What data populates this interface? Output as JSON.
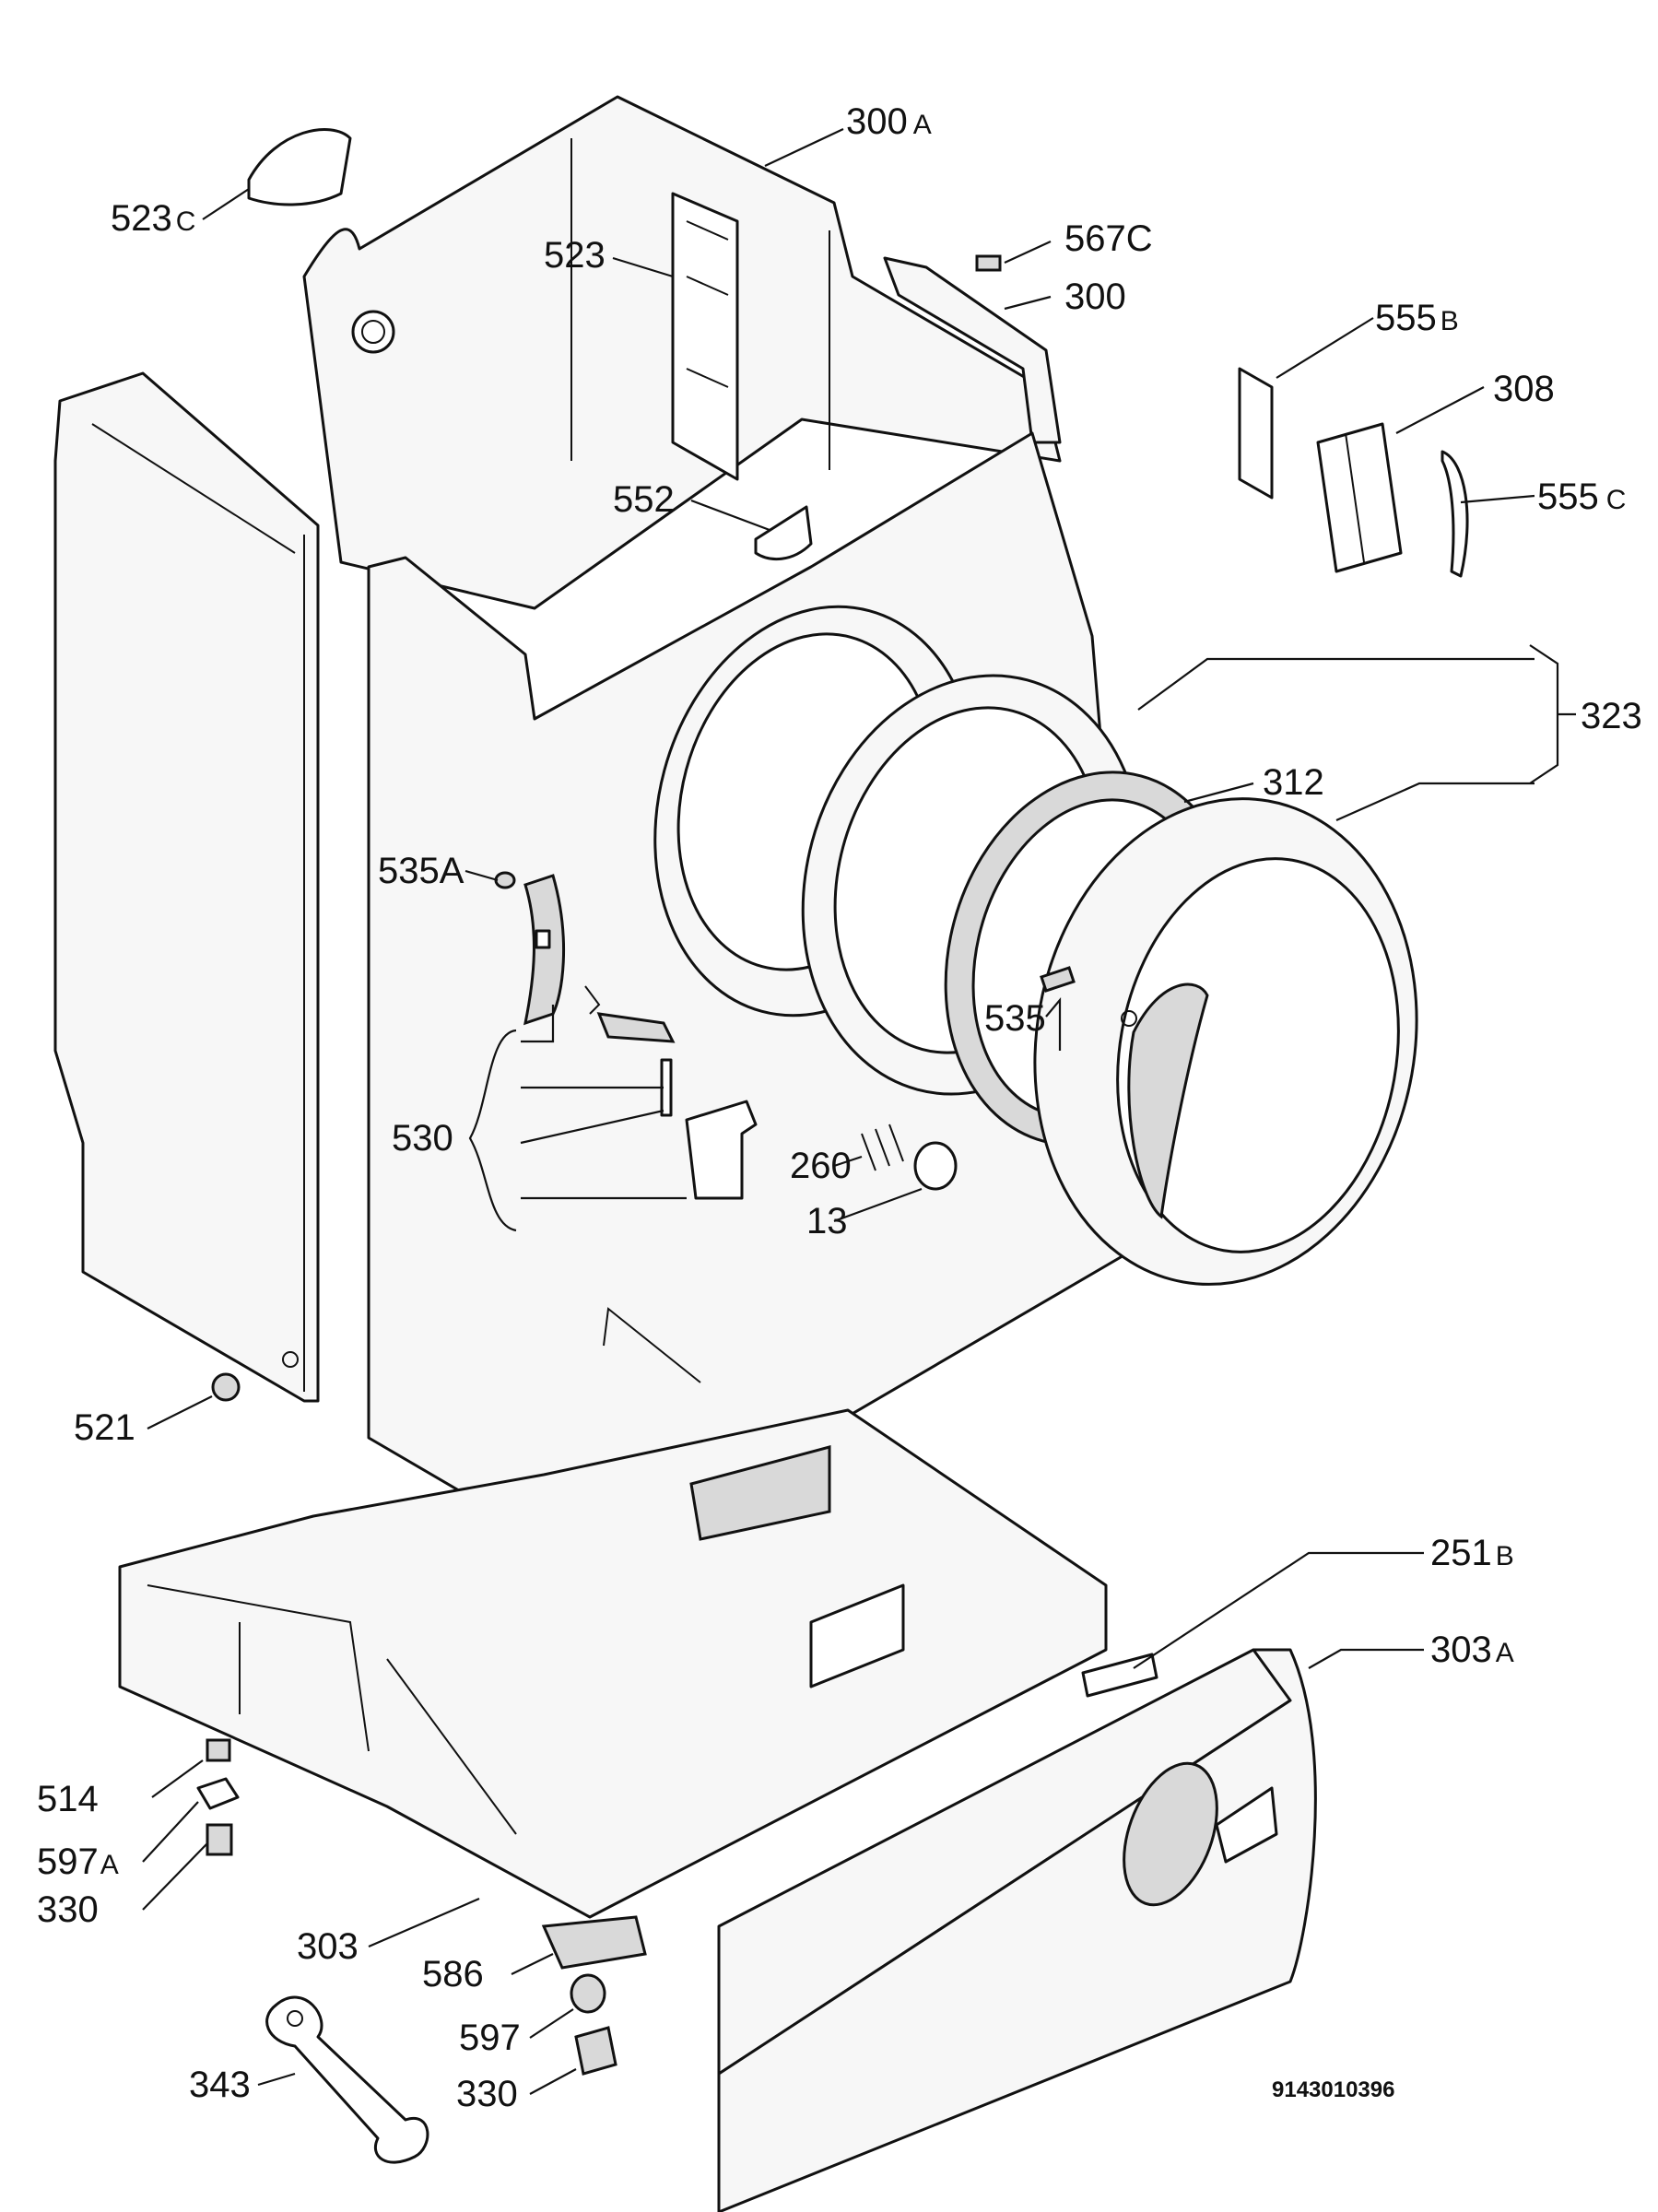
{
  "drawing_code": "9143010396",
  "callouts": [
    {
      "id": "300A",
      "num": "300",
      "sfx": "A"
    },
    {
      "id": "523C",
      "num": "523",
      "sfx": "C"
    },
    {
      "id": "523",
      "num": "523",
      "sfx": ""
    },
    {
      "id": "567C",
      "num": "567C",
      "sfx": ""
    },
    {
      "id": "300",
      "num": "300",
      "sfx": ""
    },
    {
      "id": "555B",
      "num": "555",
      "sfx": "B"
    },
    {
      "id": "308",
      "num": "308",
      "sfx": ""
    },
    {
      "id": "555C",
      "num": "555",
      "sfx": "C"
    },
    {
      "id": "552",
      "num": "552",
      "sfx": ""
    },
    {
      "id": "323",
      "num": "323",
      "sfx": ""
    },
    {
      "id": "312",
      "num": "312",
      "sfx": ""
    },
    {
      "id": "535A",
      "num": "535A",
      "sfx": ""
    },
    {
      "id": "535",
      "num": "535",
      "sfx": ""
    },
    {
      "id": "530",
      "num": "530",
      "sfx": ""
    },
    {
      "id": "260",
      "num": "260",
      "sfx": ""
    },
    {
      "id": "13",
      "num": "13",
      "sfx": ""
    },
    {
      "id": "521",
      "num": "521",
      "sfx": ""
    },
    {
      "id": "251B",
      "num": "251",
      "sfx": "B"
    },
    {
      "id": "303A",
      "num": "303",
      "sfx": "A"
    },
    {
      "id": "514",
      "num": "514",
      "sfx": ""
    },
    {
      "id": "597A",
      "num": "597",
      "sfx": "A"
    },
    {
      "id": "330a",
      "num": "330",
      "sfx": ""
    },
    {
      "id": "303",
      "num": "303",
      "sfx": ""
    },
    {
      "id": "586",
      "num": "586",
      "sfx": ""
    },
    {
      "id": "597",
      "num": "597",
      "sfx": ""
    },
    {
      "id": "343",
      "num": "343",
      "sfx": ""
    },
    {
      "id": "330b",
      "num": "330",
      "sfx": ""
    }
  ]
}
